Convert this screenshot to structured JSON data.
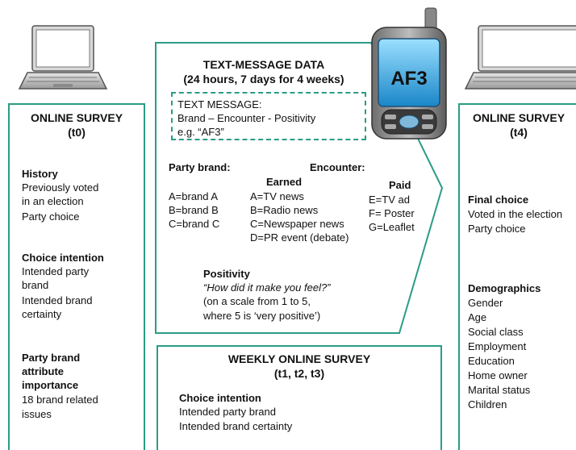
{
  "left_survey": {
    "title": "ONLINE SURVEY",
    "time": "(t0)",
    "history_heading": "History",
    "history_lines": [
      "Previously voted",
      "in an election",
      "Party choice"
    ],
    "choice_heading": "Choice intention",
    "choice_lines": [
      "Intended party",
      "brand",
      "Intended brand",
      "certainty"
    ],
    "attr_heading_lines": [
      "Party brand",
      "attribute",
      "importance"
    ],
    "attr_lines": [
      "18 brand related",
      "issues"
    ]
  },
  "text_data": {
    "title": "TEXT-MESSAGE DATA",
    "subtitle": "(24 hours, 7 days for 4 weeks)",
    "message_lines": [
      "TEXT MESSAGE:",
      "Brand – Encounter - Positivity",
      "e.g.  “AF3”"
    ],
    "party_brand_heading": "Party brand:",
    "party_brand_items": [
      "A=brand A",
      "B=brand B",
      "C=brand C"
    ],
    "encounter_heading": "Encounter:",
    "earned_heading": "Earned",
    "earned_items": [
      "A=TV news",
      "B=Radio news",
      "C=Newspaper news",
      "D=PR event (debate)"
    ],
    "paid_heading": "Paid",
    "paid_items": [
      "E=TV ad",
      "F= Poster",
      "G=Leaflet"
    ],
    "positivity_heading": "Positivity",
    "positivity_question": "“How did it make you feel?”",
    "positivity_lines": [
      "(on a scale from 1 to 5,",
      "where 5 is ‘very positive’)"
    ]
  },
  "phone": {
    "screen_text": "AF3"
  },
  "weekly_survey": {
    "title": "WEEKLY  ONLINE SURVEY",
    "time": "(t1, t2, t3)",
    "heading": "Choice intention",
    "lines": [
      "Intended party brand",
      "Intended brand certainty"
    ]
  },
  "right_survey": {
    "title": "ONLINE SURVEY",
    "time": "(t4)",
    "final_heading": "Final choice",
    "final_lines": [
      "Voted in the election",
      "Party choice"
    ],
    "demo_heading": "Demographics",
    "demo_lines": [
      "Gender",
      "Age",
      "Social class",
      "Employment",
      "Education",
      "Home owner",
      "Marital status",
      "Children"
    ]
  },
  "colors": {
    "accent": "#2a9d85"
  }
}
